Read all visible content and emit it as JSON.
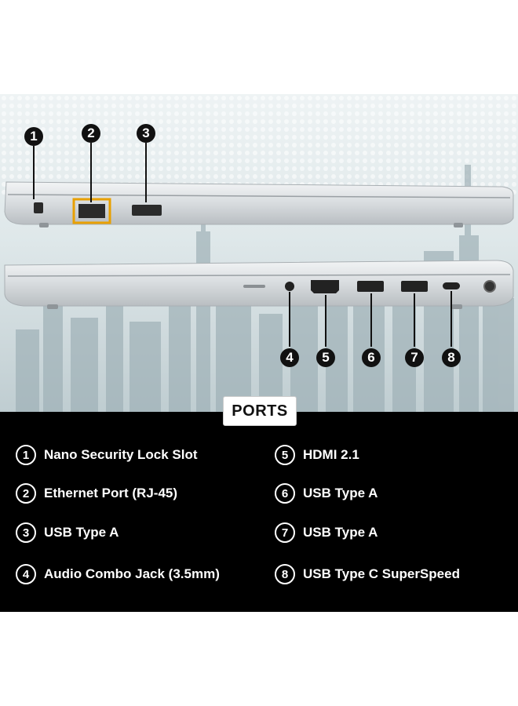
{
  "markers": [
    "1",
    "2",
    "3",
    "4",
    "5",
    "6",
    "7",
    "8"
  ],
  "panel_title": "PORTS",
  "legend": [
    {
      "num": "1",
      "label": "Nano Security Lock Slot"
    },
    {
      "num": "2",
      "label": "Ethernet Port (RJ-45)"
    },
    {
      "num": "3",
      "label": "USB Type A"
    },
    {
      "num": "4",
      "label": "Audio Combo Jack (3.5mm)"
    },
    {
      "num": "5",
      "label": "HDMI 2.1"
    },
    {
      "num": "6",
      "label": "USB Type A"
    },
    {
      "num": "7",
      "label": "USB Type A"
    },
    {
      "num": "8",
      "label": "USB Type C SuperSpeed"
    }
  ],
  "colors": {
    "panel": "#000000",
    "laptop_silver": "#d9dde0",
    "marker": "#111111",
    "text": "#ffffff"
  }
}
